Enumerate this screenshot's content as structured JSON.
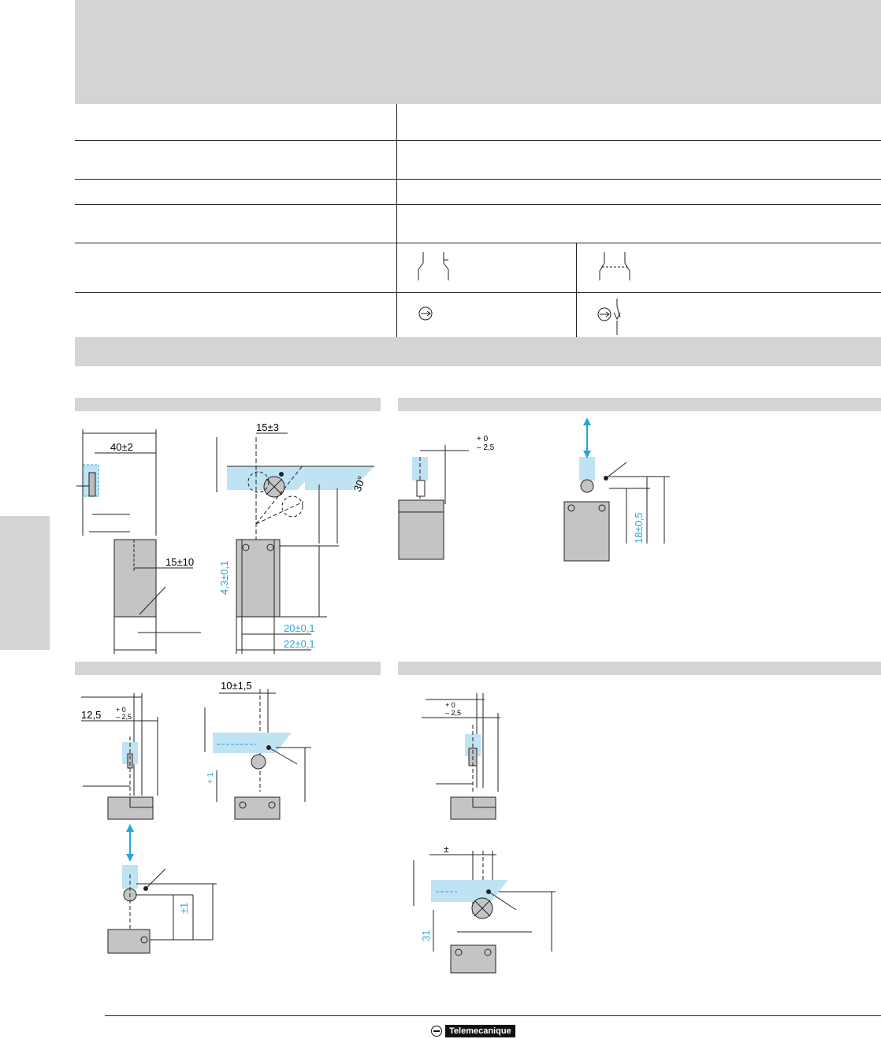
{
  "dimensions": {
    "a": "40±2",
    "b": "15±3",
    "c": "15±10",
    "d": "30°",
    "e": "4,3±0,1",
    "f": "20±0,1",
    "g": "22±0,1",
    "h": "+ 0\n– 2,5",
    "i": "18±0,5",
    "j": "12,5",
    "k": "10±1,5",
    "l": "±1",
    "m": "31",
    "n": "±",
    "o": "+ 1",
    "p": "0"
  },
  "brand": {
    "name": "Telemecanique"
  },
  "colors": {
    "band": "#d4d4d4",
    "accent": "#27a6d8",
    "ink": "#222222"
  }
}
